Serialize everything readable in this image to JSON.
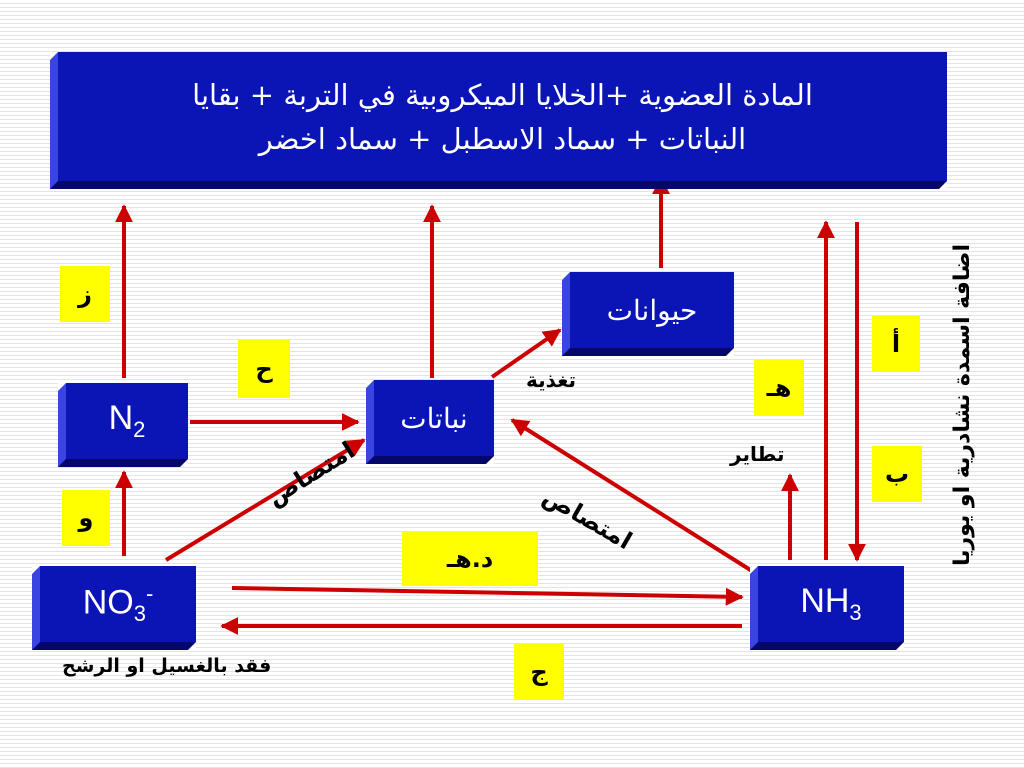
{
  "top_box": {
    "line1": "المادة العضوية +الخلايا الميكروبية في التربة + بقايا",
    "line2": "النباتات + سماد الاسطبل + سماد اخضر"
  },
  "nodes": {
    "animals": "حيوانات",
    "plants": "نباتات",
    "n2": {
      "base": "N",
      "sub": "2"
    },
    "no3": {
      "base": "NO",
      "sub": "3",
      "sup": "-"
    },
    "nh3": {
      "base": "NH",
      "sub": "3"
    }
  },
  "step_labels": {
    "z": "ز",
    "h": "ح",
    "w": "و",
    "a": "أ",
    "b": "ب",
    "he": "هـ",
    "dhe": "د.هـ",
    "j": "ج"
  },
  "annotations": {
    "feeding": "تغذية",
    "volatilization": "تطاير",
    "absorption_left": "امتصاص",
    "absorption_right": "امتصاص",
    "leaching": "فقد بالغسيل او الرشح",
    "fertilizer": "اضافة اسمدة نشادرية او يوريا"
  },
  "colors": {
    "box_blue": "#0b14b4",
    "arrow_red": "#cc0000",
    "label_yellow": "#ffff00"
  }
}
